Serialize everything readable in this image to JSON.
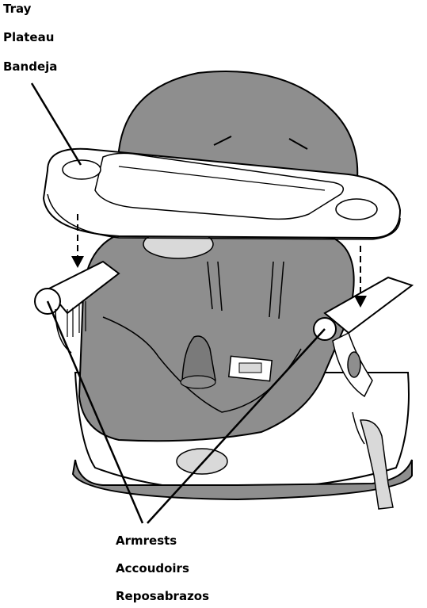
{
  "labels": {
    "tray": {
      "en": "Tray",
      "fr": "Plateau",
      "es": "Bandeja"
    },
    "armrests": {
      "en": "Armrests",
      "fr": "Accoudoirs",
      "es": "Reposabrazos"
    }
  },
  "colors": {
    "seat_fill": "#8e8e8e",
    "seat_dark": "#7a7a7a",
    "plastic_fill": "#ffffff",
    "light_gray": "#d9d9d9",
    "outline": "#000000",
    "background": "#ffffff"
  }
}
